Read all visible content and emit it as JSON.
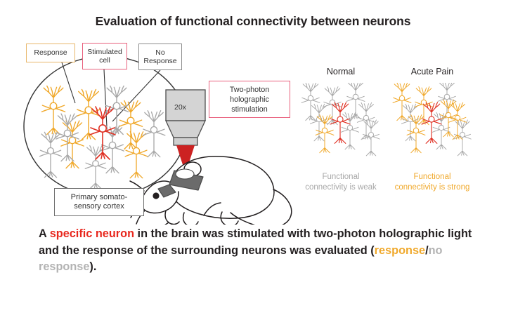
{
  "title": "Evaluation of functional connectivity between neurons",
  "labels": {
    "response": "Response",
    "stimulated_cell": "Stimulated cell",
    "no_response": "No Response",
    "two_photon": "Two-photon holographic stimulation",
    "cortex": "Primary somato-sensory cortex",
    "objective_magnification": "20x"
  },
  "panels": [
    {
      "id": "normal",
      "title": "Normal",
      "caption": "Functional connectivity is weak",
      "caption_color": "#a8a8a8",
      "orange_neuron_count": 1,
      "red_neuron_count": 1,
      "grey_neuron_count": 7
    },
    {
      "id": "acute_pain",
      "title": "Acute Pain",
      "caption": "Functional connectivity is strong",
      "caption_color": "#f0a92c",
      "orange_neuron_count": 5,
      "red_neuron_count": 1,
      "grey_neuron_count": 3
    }
  ],
  "caption": {
    "seg1": "A ",
    "seg2_red": "specific neuron",
    "seg3": " in the brain was stimulated with two-photon holographic light and the response of the surrounding neurons was evaluated (",
    "seg4_orange": "response",
    "seg5": "/",
    "seg6_grey": "no response",
    "seg7": ")."
  },
  "colors": {
    "orange": "#f0a92c",
    "red": "#e03124",
    "grey": "#a8a8a8",
    "border_orange": "#e8b76a",
    "border_red": "#e8607d",
    "border_grey": "#8c8c8c",
    "ink": "#231f20",
    "laser_red": "#cc2222",
    "objective_grey": "#d4d4d4",
    "headpost_grey": "#6b6b6b"
  }
}
